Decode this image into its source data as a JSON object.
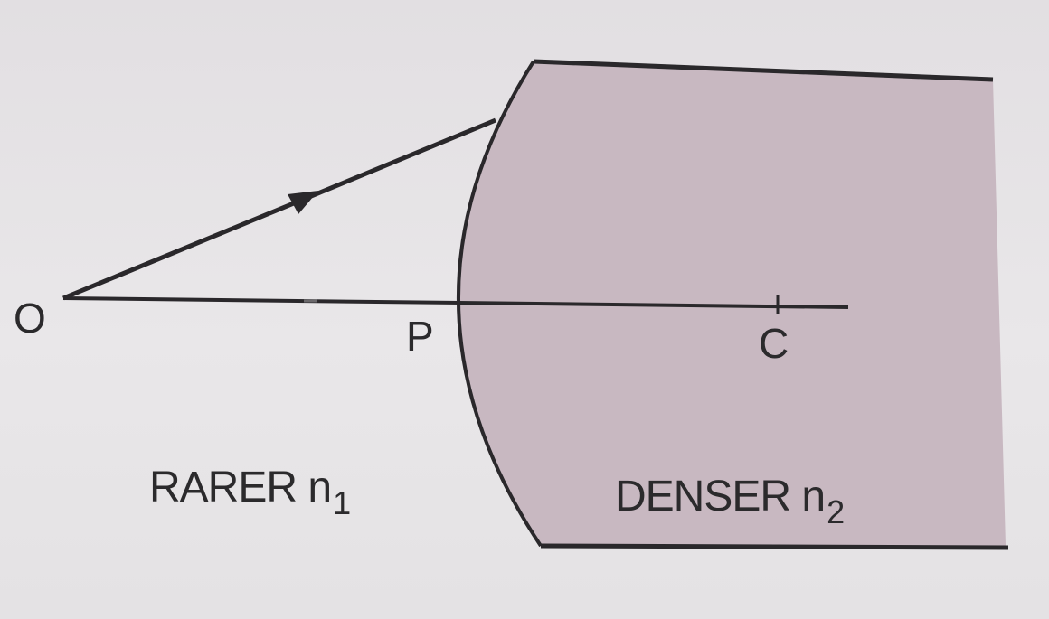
{
  "colors": {
    "background": "#e6e4e6",
    "denser_medium": "#c8b8c1",
    "line": "#2a282b"
  },
  "points": {
    "object": "O",
    "pole": "P",
    "centre": "C"
  },
  "media": {
    "rarer": {
      "name": "RARER n",
      "subscript": "1"
    },
    "denser": {
      "name": "DENSER n",
      "subscript": "2"
    }
  }
}
